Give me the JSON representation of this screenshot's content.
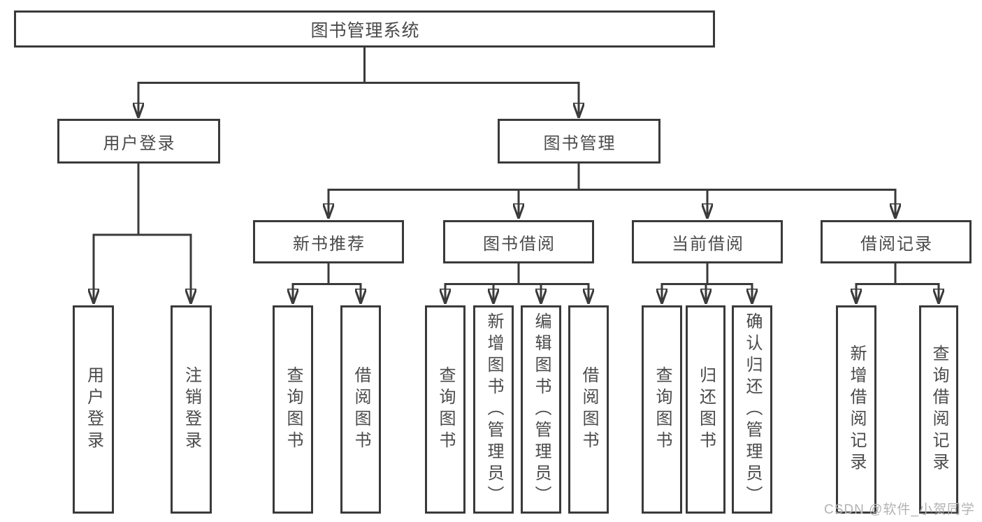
{
  "diagram_type": "functional-structure-tree",
  "tree": {
    "label": "图书管理系统",
    "children": [
      {
        "label": "用户登录",
        "children": [
          {
            "label": "用户登录"
          },
          {
            "label": "注销登录"
          }
        ]
      },
      {
        "label": "图书管理",
        "children": [
          {
            "label": "新书推荐",
            "children": [
              {
                "label": "查询图书"
              },
              {
                "label": "借阅图书"
              }
            ]
          },
          {
            "label": "图书借阅",
            "children": [
              {
                "label": "查询图书"
              },
              {
                "label": "新增图书（管理员）"
              },
              {
                "label": "编辑图书（管理员）"
              },
              {
                "label": "借阅图书"
              }
            ]
          },
          {
            "label": "当前借阅",
            "children": [
              {
                "label": "查询图书"
              },
              {
                "label": "归还图书"
              },
              {
                "label": "确认归还（管理员）"
              }
            ]
          },
          {
            "label": "借阅记录",
            "children": [
              {
                "label": "新增借阅记录"
              },
              {
                "label": "查询借阅记录"
              }
            ]
          }
        ]
      }
    ]
  },
  "watermark": {
    "text": "CSDN @软件_小贺同学"
  },
  "colors": {
    "line": "#3a3a3a",
    "box_border": "#3a3a3a",
    "text": "#4a4a4a",
    "watermark": "#b3b3b3",
    "background": "#ffffff"
  }
}
